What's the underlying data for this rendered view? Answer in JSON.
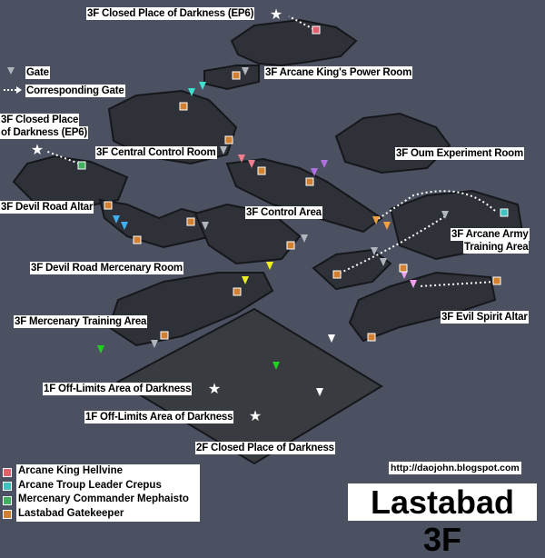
{
  "map": {
    "title": "Lastabad 3F",
    "url": "http://daojohn.blogspot.com",
    "locations": [
      "3F Closed Place of Darkness (EP6)",
      "3F Arcane King's Power Room",
      "3F Closed Place",
      "of Darkness (EP6)",
      "3F Central Control Room",
      "3F Oum Experiment Room",
      "3F Devil Road Altar",
      "3F Control Area",
      "3F Arcane Army",
      "Training Area",
      "3F Devil Road Mercenary Room",
      "3F Evil Spirit Altar",
      "3F Mercenary Training Area",
      "1F Off-Limits Area of Darkness",
      "1F Off-Limits Area of Darkness",
      "2F Closed Place of Darkness"
    ],
    "key": {
      "gate": "Gate",
      "corresponding_gate": "Corresponding Gate"
    },
    "npcs": [
      {
        "name": "Arcane King Hellvine",
        "color": "#e06070"
      },
      {
        "name": "Arcane Troup Leader Crepus",
        "color": "#40c0c0"
      },
      {
        "name": "Mercenary Commander Mephaisto",
        "color": "#40b060"
      },
      {
        "name": "Lastabad Gatekeeper",
        "color": "#d08030"
      }
    ],
    "colors": {
      "background": "#4b5161",
      "island": "#2c2f36",
      "gate": "#b0b4bc"
    }
  }
}
